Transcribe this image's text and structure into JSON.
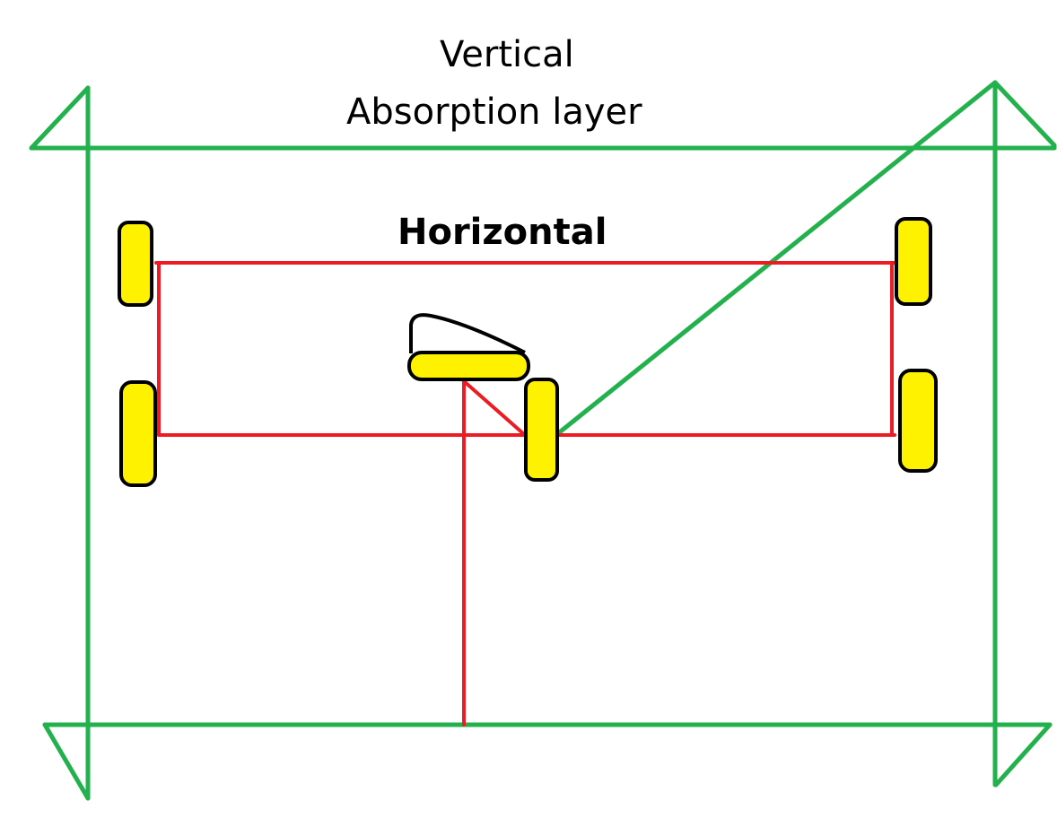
{
  "diagram": {
    "title_line1": "Vertical",
    "title_line2": "Absorption layer",
    "inner_label": "Horizontal",
    "colors": {
      "absorption_layer": "#22b14c",
      "structure_lines": "#ed1c24",
      "wheel_fill": "#fff200",
      "outline": "#000000",
      "background": "#ffffff"
    },
    "elements": [
      {
        "name": "absorption-layer-frame",
        "description": "green rectangular frame with triangular corner markers"
      },
      {
        "name": "horizontal-frame",
        "description": "red rectangle connecting four outer wheels"
      },
      {
        "name": "wheels",
        "count": 6
      },
      {
        "name": "central-mount",
        "description": "yellow horizontal bar with black outline cap, red support and red vertical line to bottom frame"
      },
      {
        "name": "diagonal-link",
        "description": "green diagonal from center wheel to top-right corner"
      }
    ]
  }
}
